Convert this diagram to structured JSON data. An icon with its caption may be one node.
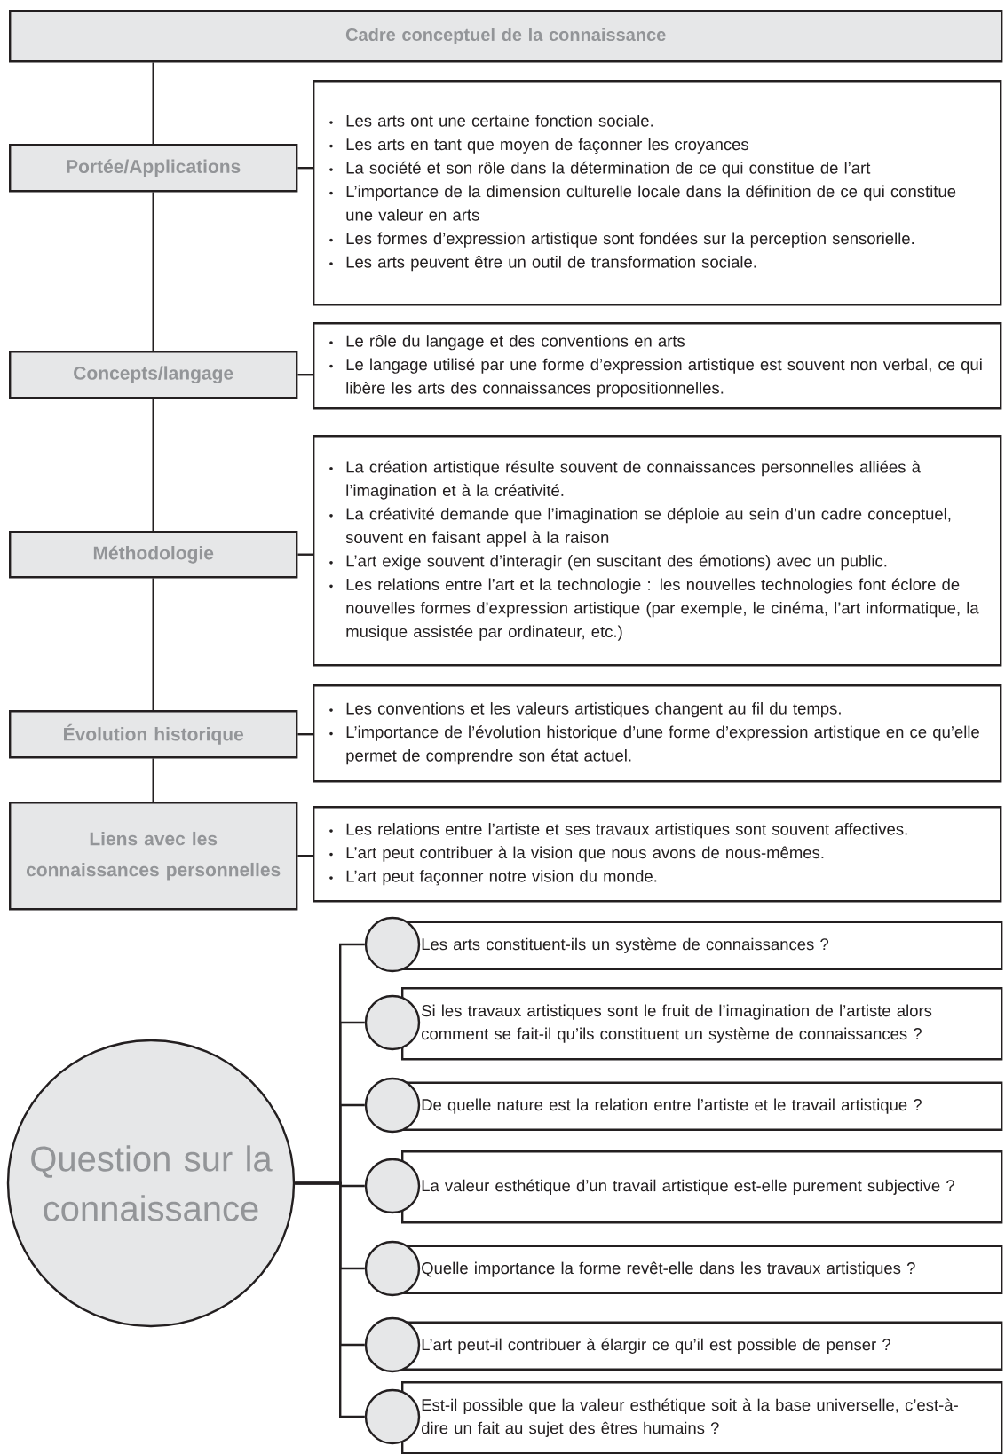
{
  "diagram": {
    "nodes": [
      {
        "text": [
          "Cadre conceptuel de la connaissance"
        ]
      },
      {
        "text": [
          "Portée/Applications"
        ]
      },
      {
        "text": [
          "Les arts ont une certaine fonction sociale.",
          "Les arts en tant que moyen de façonner les croyances",
          "La société et son rôle dans la détermination de ce qui constitue de l’art",
          "L’importance de la dimension culturelle locale dans la définition de ce qui constitue une valeur en arts",
          "Les formes d’expression artistique sont fondées sur la perception sensorielle.",
          "Les arts peuvent être un outil de transformation sociale."
        ]
      },
      {
        "text": [
          "Concepts/langage"
        ]
      },
      {
        "text": [
          "Le rôle du langage et des conventions en arts",
          "Le langage utilisé par une forme d’expression artistique est souvent non verbal, ce qui libère les arts des connaissances propositionnelles."
        ]
      },
      {
        "text": [
          "Méthodologie"
        ]
      },
      {
        "text": [
          "La création artistique résulte souvent de connaissances personnelles alliées à l’imagination et à la créativité.",
          "La créativité demande que l’imagination se déploie au sein d’un cadre conceptuel, souvent en faisant appel à la raison",
          "L’art exige souvent d’interagir (en suscitant des émotions) avec un public.",
          "Les relations entre l’art et la technologie : les nouvelles technologies font éclore de nouvelles formes d’expression artistique (par exemple, le cinéma, l’art informatique, la musique assistée par ordinateur, etc.)"
        ]
      },
      {
        "text": [
          "Évolution historique"
        ]
      },
      {
        "text": [
          "Les conventions et les valeurs artistiques changent au fil du temps.",
          "L’importance de l’évolution historique d’une forme d’expression artistique en ce qu’elle permet de comprendre son état actuel."
        ]
      },
      {
        "text": [
          "Liens avec les connaissances personnelles"
        ]
      },
      {
        "text": [
          "Les relations entre l’artiste et ses travaux artistiques sont souvent affectives.",
          "L’art peut contribuer à la vision que nous avons de nous-mêmes.",
          "L’art peut façonner notre vision du monde."
        ]
      },
      {
        "text": [
          "Question sur la connaissance"
        ]
      },
      {
        "text": [],
        "shape": "circle"
      },
      {
        "text": [
          "Les arts constituent-ils un système de connaissances ?"
        ]
      },
      {
        "text": [],
        "shape": "circle"
      },
      {
        "text": [
          "Si les travaux artistiques sont le fruit de l’imagination de l’artiste alors comment se fait-il qu’ils constituent un système de connaissances ?"
        ]
      },
      {
        "text": [],
        "shape": "circle"
      },
      {
        "text": [
          "De quelle nature est la relation entre l’artiste et le travail artistique ?"
        ]
      },
      {
        "text": [],
        "shape": "circle"
      },
      {
        "text": [
          "La valeur esthétique d’un travail artistique est-elle purement subjective ?"
        ]
      },
      {
        "text": [],
        "shape": "circle"
      },
      {
        "text": [
          "Quelle importance la forme revêt-elle dans les travaux artistiques ?"
        ]
      },
      {
        "text": [],
        "shape": "circle"
      },
      {
        "text": [
          "L’art peut-il contribuer à élargir ce qu’il est possible de penser ?"
        ]
      },
      {
        "text": [],
        "shape": "circle"
      },
      {
        "text": [
          "Est-il possible que la valeur esthétique soit à la base universelle, c’est-à-dire un fait au sujet des êtres humains ?"
        ]
      }
    ],
    "edges": [
      {
        "from": 0,
        "to": 1,
        "arrow": "none"
      },
      {
        "from": 1,
        "to": 2,
        "arrow": "none"
      },
      {
        "from": 1,
        "to": 3,
        "arrow": "none"
      },
      {
        "from": 3,
        "to": 4,
        "arrow": "none"
      },
      {
        "from": 3,
        "to": 5,
        "arrow": "none"
      },
      {
        "from": 5,
        "to": 6,
        "arrow": "none"
      },
      {
        "from": 5,
        "to": 7,
        "arrow": "none"
      },
      {
        "from": 7,
        "to": 8,
        "arrow": "none"
      },
      {
        "from": 7,
        "to": 9,
        "arrow": "none"
      },
      {
        "from": 9,
        "to": 10,
        "arrow": "none"
      },
      {
        "from": 11,
        "to": 12,
        "arrow": "none"
      },
      {
        "from": 11,
        "to": 14,
        "arrow": "none"
      },
      {
        "from": 11,
        "to": 16,
        "arrow": "none"
      },
      {
        "from": 11,
        "to": 18,
        "arrow": "none"
      },
      {
        "from": 11,
        "to": 20,
        "arrow": "none"
      },
      {
        "from": 11,
        "to": 22,
        "arrow": "none"
      },
      {
        "from": 11,
        "to": 24,
        "arrow": "none"
      }
    ]
  }
}
